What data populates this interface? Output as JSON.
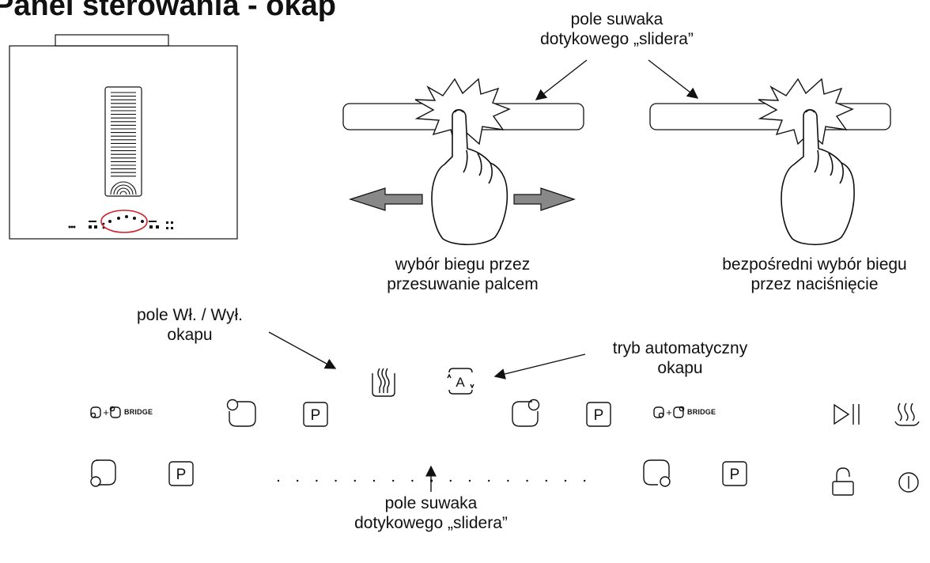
{
  "title": "Panel sterowania - okap",
  "labels": {
    "slider_field_top_line1": "pole suwaka",
    "slider_field_top_line2": "dotykowego „slidera”",
    "swipe_select_line1": "wybór biegu przez",
    "swipe_select_line2": "przesuwanie palcem",
    "direct_select_line1": "bezpośredni wybór biegu",
    "direct_select_line2": "przez naciśnięcie",
    "onoff_line1": "pole Wł. / Wył.",
    "onoff_line2": "okapu",
    "auto_line1": "tryb automatyczny",
    "auto_line2": "okapu",
    "slider_field_bottom_line1": "pole suwaka",
    "slider_field_bottom_line2": "dotykowego „slidera”"
  },
  "controls": {
    "bridge_left": "BRIDGE",
    "bridge_right": "BRIDGE",
    "p_label": "P",
    "auto_label": "A"
  },
  "icons": [
    "hood-onoff-icon",
    "hood-auto-icon",
    "zone-rear-left-icon",
    "zone-front-left-icon",
    "zone-rear-right-icon",
    "zone-front-right-icon",
    "program-icon",
    "bridge-icon",
    "play-pause-icon",
    "keep-warm-icon",
    "lock-icon",
    "power-icon",
    "hand-icon"
  ],
  "slider_dots": 17,
  "slider_active_dot": 8
}
